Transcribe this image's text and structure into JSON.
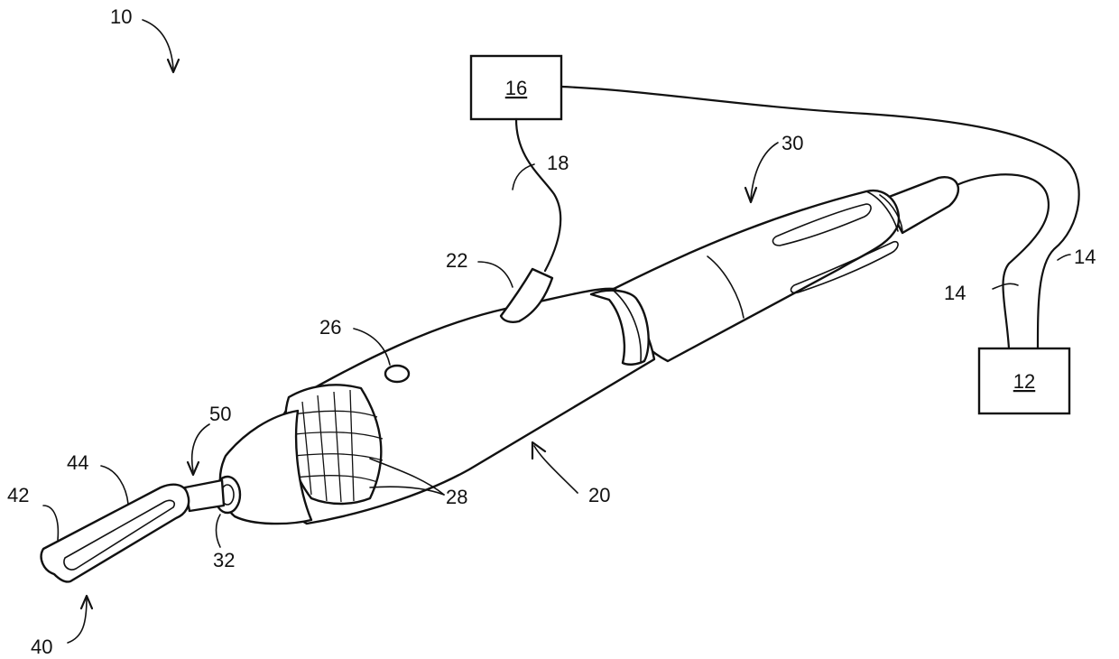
{
  "labels": {
    "device": "10",
    "controller_box": "12",
    "cable_a": "14",
    "cable_b": "14",
    "box_16": "16",
    "line_18": "18",
    "handpiece": "20",
    "connector_22": "22",
    "button_26": "26",
    "ring_28": "28",
    "rear_section": "30",
    "tip_32": "32",
    "blade_assembly": "40",
    "blade_42": "42",
    "slot_44": "44",
    "shaft_50": "50"
  }
}
